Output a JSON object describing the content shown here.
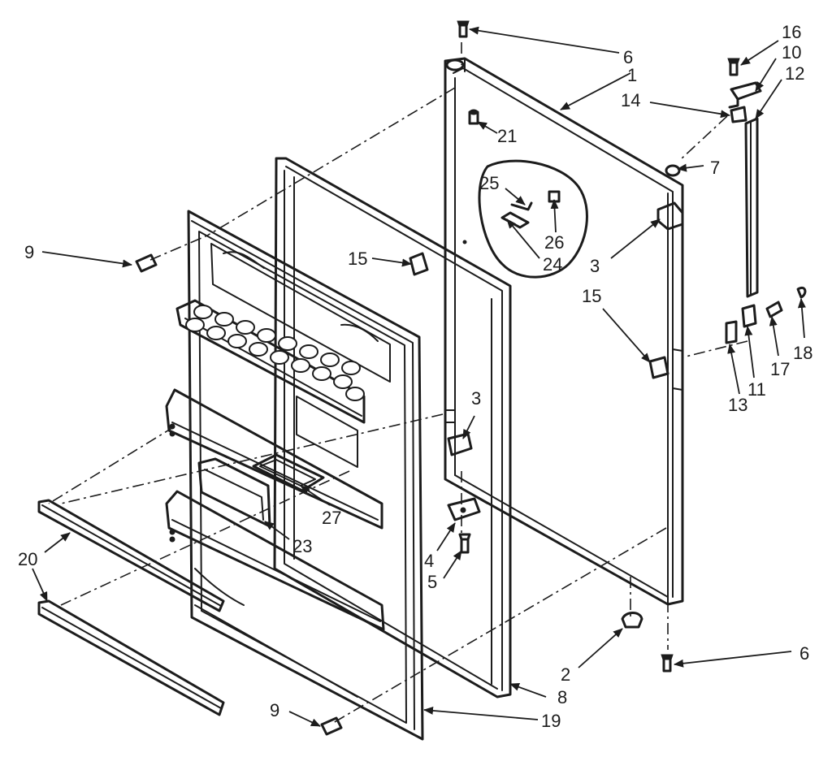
{
  "diagram": {
    "callouts": [
      {
        "id": "c6a",
        "label": "6"
      },
      {
        "id": "c16",
        "label": "16"
      },
      {
        "id": "c10",
        "label": "10"
      },
      {
        "id": "c12",
        "label": "12"
      },
      {
        "id": "c1",
        "label": "1"
      },
      {
        "id": "c14",
        "label": "14"
      },
      {
        "id": "c21",
        "label": "21"
      },
      {
        "id": "c7",
        "label": "7"
      },
      {
        "id": "c25",
        "label": "25"
      },
      {
        "id": "c26",
        "label": "26"
      },
      {
        "id": "c24",
        "label": "24"
      },
      {
        "id": "c3a",
        "label": "3"
      },
      {
        "id": "c9a",
        "label": "9"
      },
      {
        "id": "c15a",
        "label": "15"
      },
      {
        "id": "c15b",
        "label": "15"
      },
      {
        "id": "c17",
        "label": "17"
      },
      {
        "id": "c18",
        "label": "18"
      },
      {
        "id": "c11",
        "label": "11"
      },
      {
        "id": "c13",
        "label": "13"
      },
      {
        "id": "c3b",
        "label": "3"
      },
      {
        "id": "c27",
        "label": "27"
      },
      {
        "id": "c23",
        "label": "23"
      },
      {
        "id": "c20",
        "label": "20"
      },
      {
        "id": "c4",
        "label": "4"
      },
      {
        "id": "c5",
        "label": "5"
      },
      {
        "id": "c2",
        "label": "2"
      },
      {
        "id": "c6b",
        "label": "6"
      },
      {
        "id": "c8",
        "label": "8"
      },
      {
        "id": "c9b",
        "label": "9"
      },
      {
        "id": "c19",
        "label": "19"
      }
    ]
  }
}
